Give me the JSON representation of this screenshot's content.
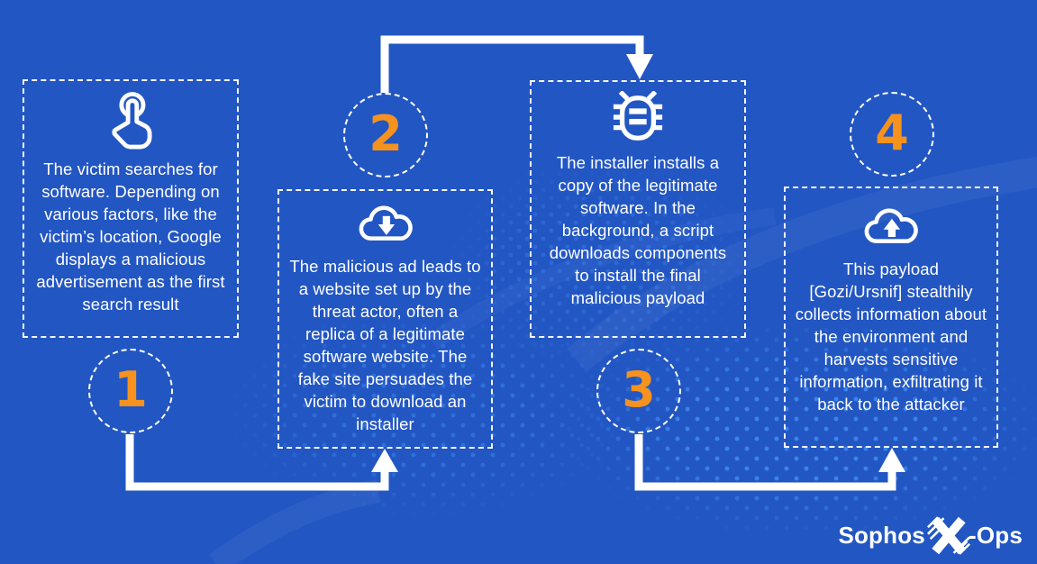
{
  "colors": {
    "background": "#2256C3",
    "dot_pattern": "#3E8BF2",
    "number_orange": "#F6921E",
    "lines_and_text": "#FFFFFF"
  },
  "steps": [
    {
      "number": "1",
      "icon": "tap-icon",
      "text": "The victim searches for software. Depending on various factors, like the victim’s location, Google displays a malicious advertisement as the first search result"
    },
    {
      "number": "2",
      "icon": "cloud-download-icon",
      "text": "The malicious ad leads to a website set up by the threat actor, often a replica of a legitimate software website. The fake site persuades the victim to download an installer"
    },
    {
      "number": "3",
      "icon": "bug-icon",
      "text": "The installer installs a copy of the legitimate software. In the background, a script downloads components to install the final malicious payload"
    },
    {
      "number": "4",
      "icon": "cloud-upload-icon",
      "text": "This payload [Gozi/Ursnif] stealthily collects information about the environment and harvests sensitive information, exfiltrating it back to the attacker"
    }
  ],
  "logo": {
    "prefix": "Sophos",
    "suffix": "-Ops"
  }
}
